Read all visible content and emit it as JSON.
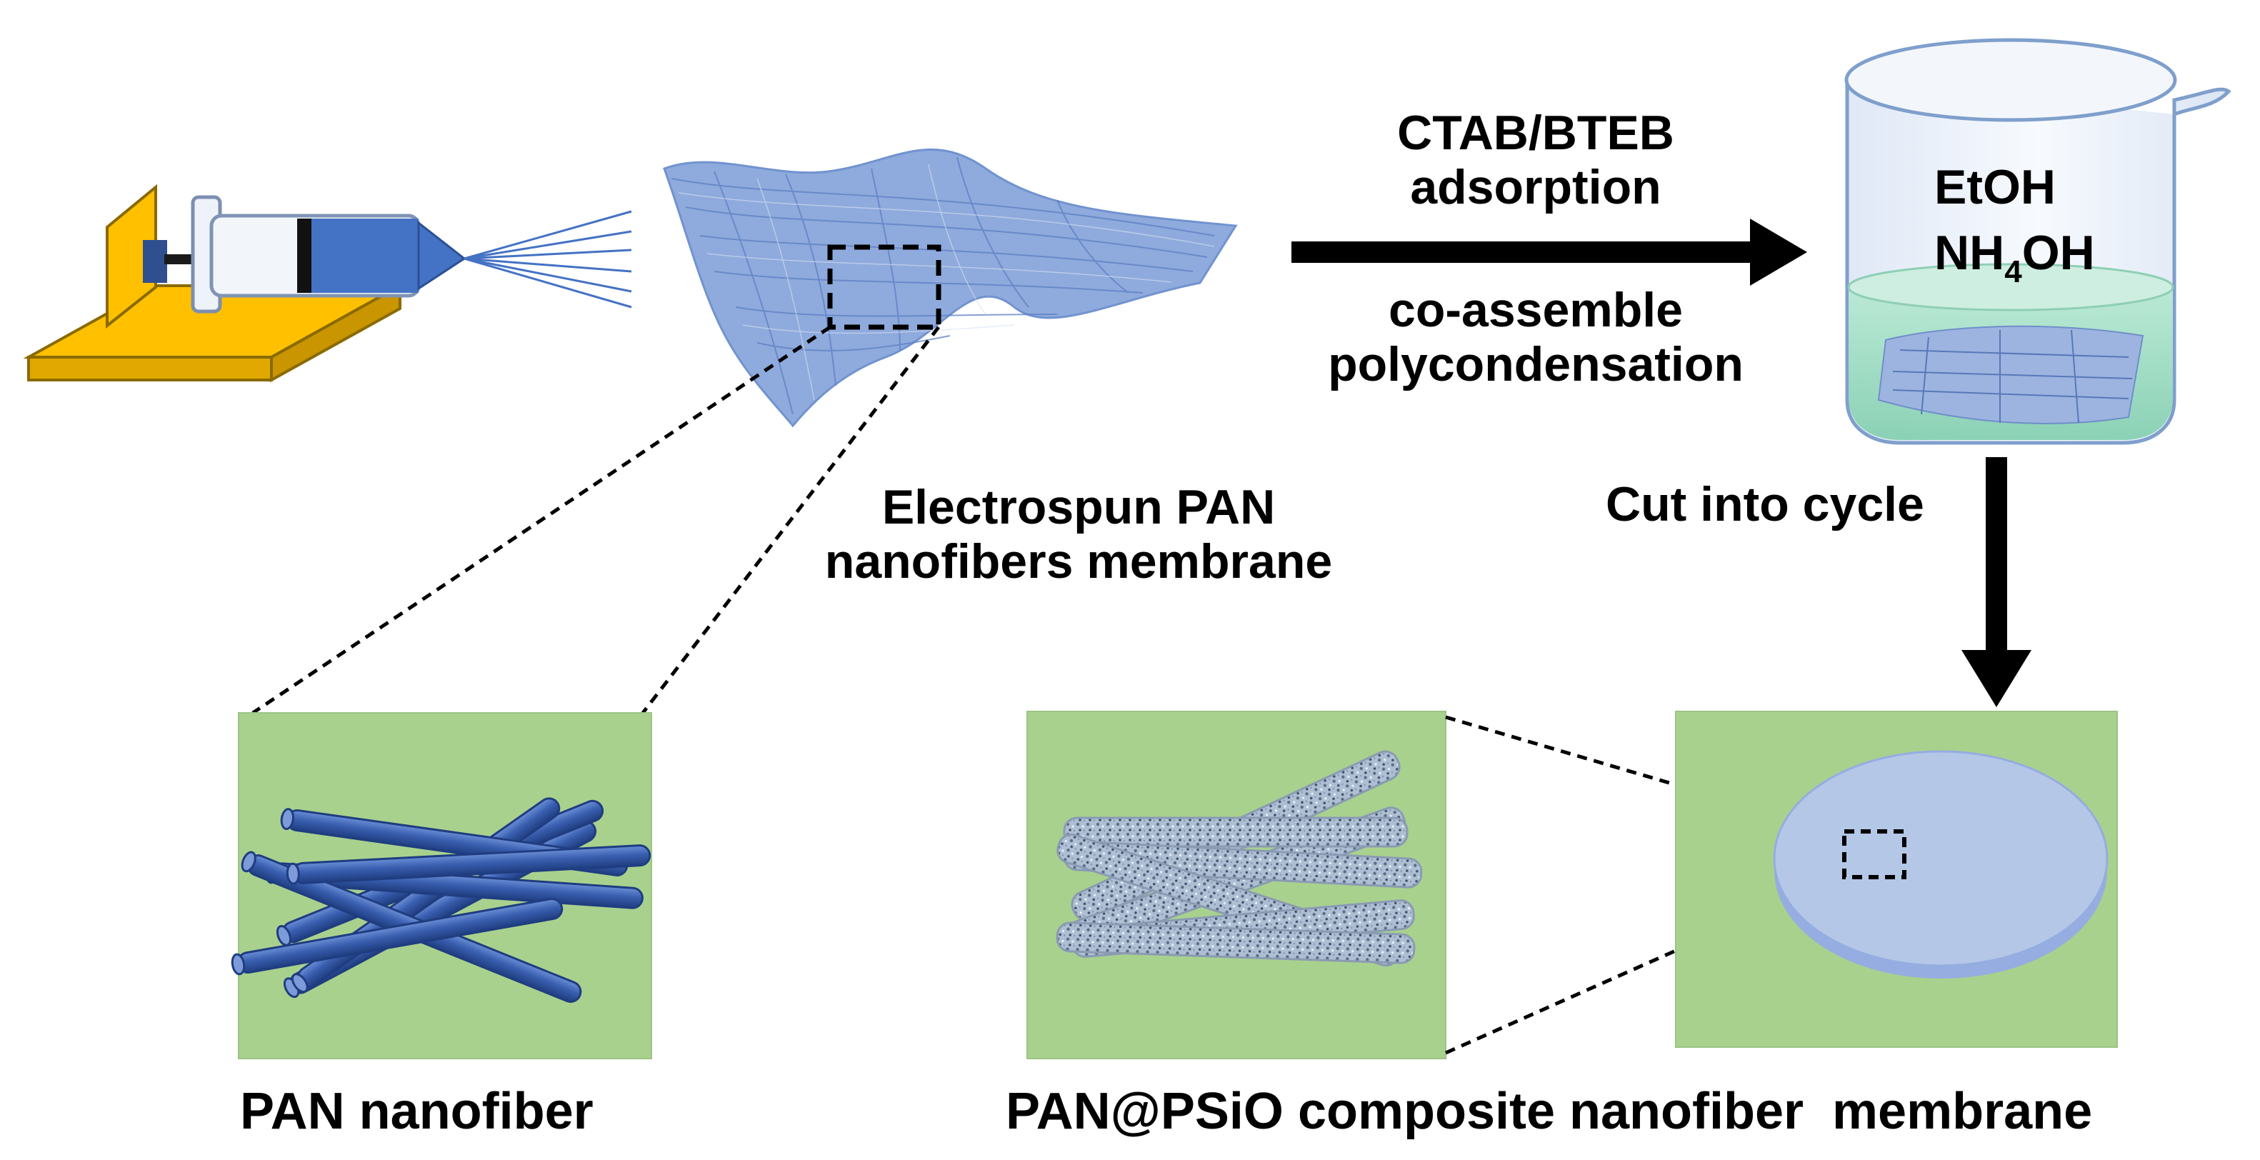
{
  "process_top": {
    "label_line1": "CTAB/BTEB",
    "label_line2": "adsorption",
    "label_line3": "co-assemble",
    "label_line4": "polycondensation"
  },
  "beaker": {
    "solvent_1": "EtOH",
    "solvent_2_main": "NH",
    "solvent_2_sub": "4",
    "solvent_2_tail": "OH"
  },
  "cut_step": {
    "label": "Cut into cycle"
  },
  "membrane": {
    "label_line1": "Electrospun PAN",
    "label_line2": "nanofibers membrane"
  },
  "captions": {
    "pan_nanofiber": "PAN nanofiber",
    "composite": "PAN@PSiO composite nanofiber  membrane"
  },
  "colors": {
    "panel_green": "#A9D18E",
    "fiber_blue": "#4472C4",
    "membrane_blue": "#8FAADC",
    "disc_blue": "#B4C7E7",
    "pump_yellow": "#FFC000",
    "liquid_green": "#9DDBC0"
  }
}
